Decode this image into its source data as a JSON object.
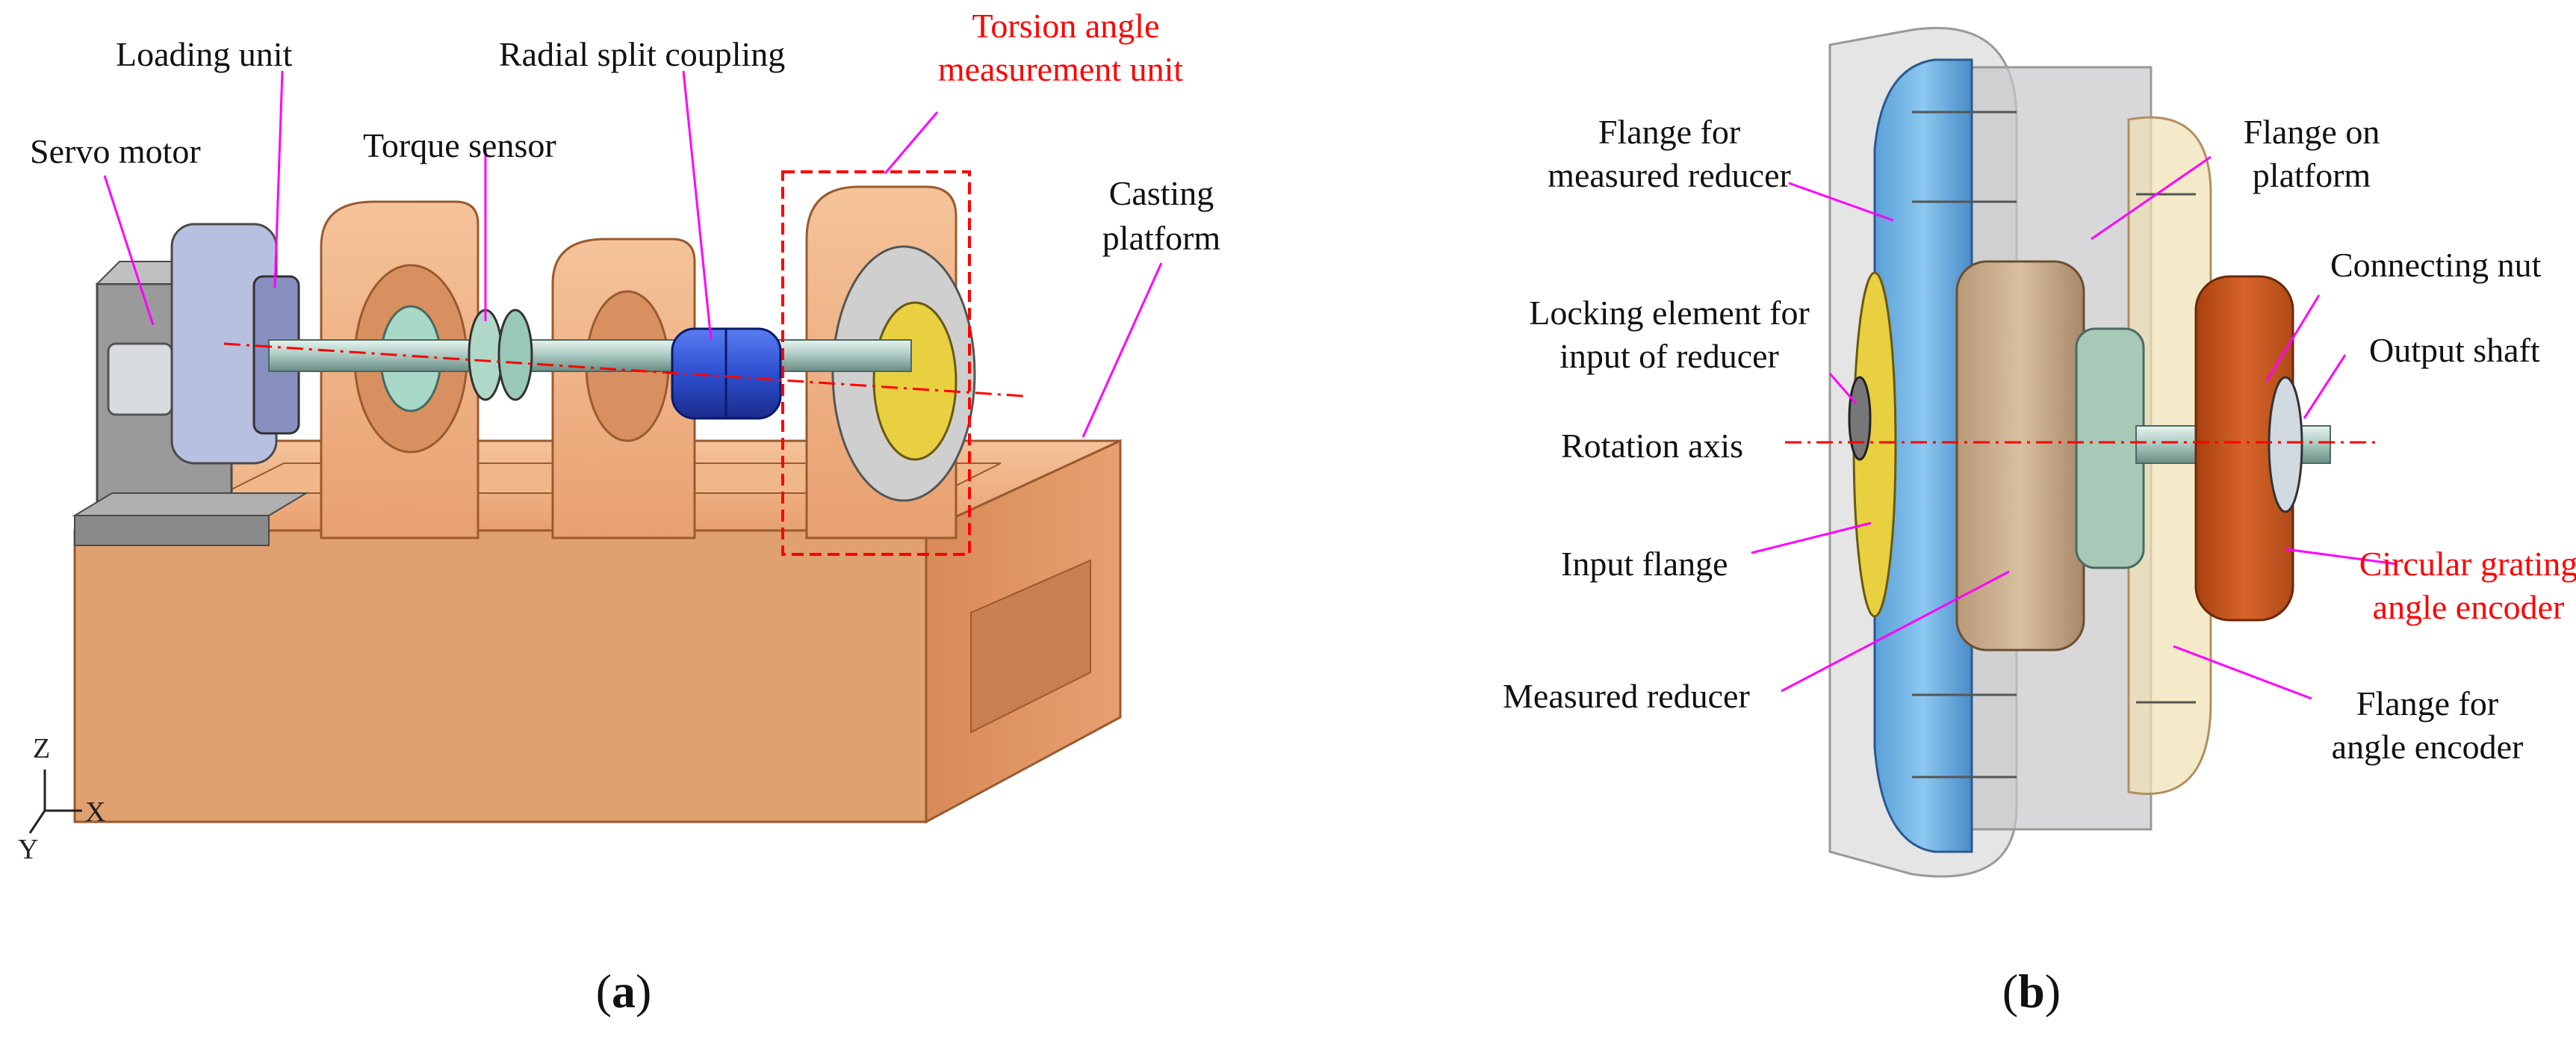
{
  "panel_a": {
    "labels": {
      "loading_unit": "Loading  unit",
      "servo_motor": "Servo motor",
      "torque_sensor": "Torque sensor",
      "radial_split_coupling": "Radial split coupling",
      "torsion_unit_line1": "Torsion angle",
      "torsion_unit_line2": "measurement unit",
      "casting_line1": "Casting",
      "casting_line2": "platform"
    },
    "axes": {
      "z": "Z",
      "x": "X",
      "y": "Y"
    },
    "caption": "a"
  },
  "panel_b": {
    "labels": {
      "flange_measured_line1": "Flange for",
      "flange_measured_line2": "measured reducer",
      "flange_platform_line1": "Flange on",
      "flange_platform_line2": "platform",
      "connecting_nut": "Connecting nut",
      "locking_line1": "Locking element for",
      "locking_line2": "input of reducer",
      "output_shaft": "Output shaft",
      "rotation_axis": "Rotation axis",
      "input_flange": "Input flange",
      "grating_line1": "Circular grating",
      "grating_line2": "angle encoder",
      "measured_reducer": "Measured reducer",
      "flange_encoder_line1": "Flange for",
      "flange_encoder_line2": "angle encoder"
    },
    "caption": "b"
  },
  "colors": {
    "leader": "#ff00ff",
    "highlight": "#ff0000",
    "platform": "#e8a070",
    "coupling": "#2d4fd0",
    "grating": "#c0501c",
    "flange_blue": "#6fb4e8"
  }
}
